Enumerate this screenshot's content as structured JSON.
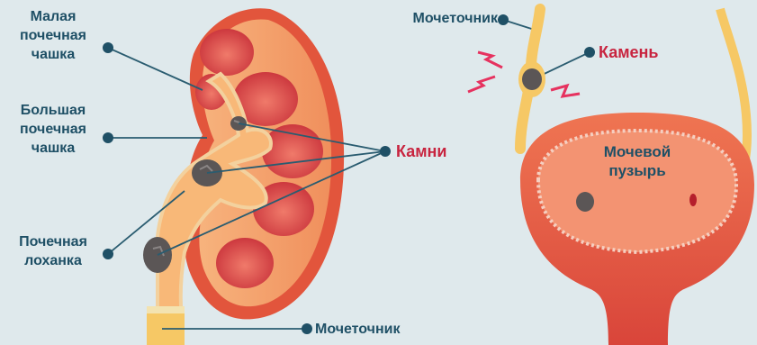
{
  "labels": {
    "minor_calyx": "Малая\nпочечная\nчашка",
    "major_calyx": "Большая\nпочечная\nчашка",
    "renal_pelvis": "Почечная\nлоханка",
    "ureter_bottom": "Мочеточник",
    "stones": "Камни",
    "ureter_top": "Мочеточник",
    "stone": "Камень",
    "bladder": "Мочевой\nпузырь"
  },
  "colors": {
    "background": "#dfe9ec",
    "label_text": "#1f5066",
    "highlight_text": "#c8243f",
    "kidney_outer": "#e2553c",
    "kidney_inner": "#f6a06d",
    "pyramid": "#d83d3d",
    "ureter": "#f6c865",
    "stone": "#595555",
    "alert": "#e6325f"
  }
}
